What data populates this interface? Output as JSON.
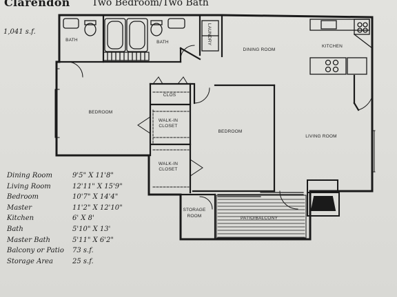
{
  "header": {
    "title": "Clarendon",
    "subtitle": "Two Bedroom/Two Bath",
    "area": "1,041 s.f."
  },
  "rooms": {
    "bath_left": "BATH",
    "bath_right": "BATH",
    "laundry": "LAUNDRY",
    "dining": "DINING ROOM",
    "kitchen": "KITCHEN",
    "bedroom_left": "BEDROOM",
    "clos": "CLOS",
    "walkin_top_1": "WALK-IN",
    "walkin_top_2": "CLOSET",
    "walkin_bottom_1": "WALK-IN",
    "walkin_bottom_2": "CLOSET",
    "bedroom_center": "BEDROOM",
    "living": "LIVING ROOM",
    "storage_1": "STORAGE",
    "storage_2": "ROOM",
    "patio": "PATIO/BALCONY"
  },
  "dimensions": [
    {
      "name": "Dining Room",
      "value": "9'5\" X 11'8\""
    },
    {
      "name": "Living Room",
      "value": "12'11\" X 15'9\""
    },
    {
      "name": "Bedroom",
      "value": "10'7\" X 14'4\""
    },
    {
      "name": "Master",
      "value": "11'2\" X 12'10\""
    },
    {
      "name": "Kitchen",
      "value": "6'   X 8'"
    },
    {
      "name": "Bath",
      "value": "5'10\" X 13'"
    },
    {
      "name": "Master Bath",
      "value": "5'11\" X 6'2\""
    },
    {
      "name": "Balcony or Patio",
      "value": "73 s.f."
    },
    {
      "name": "Storage Area",
      "value": "25 s.f."
    }
  ]
}
